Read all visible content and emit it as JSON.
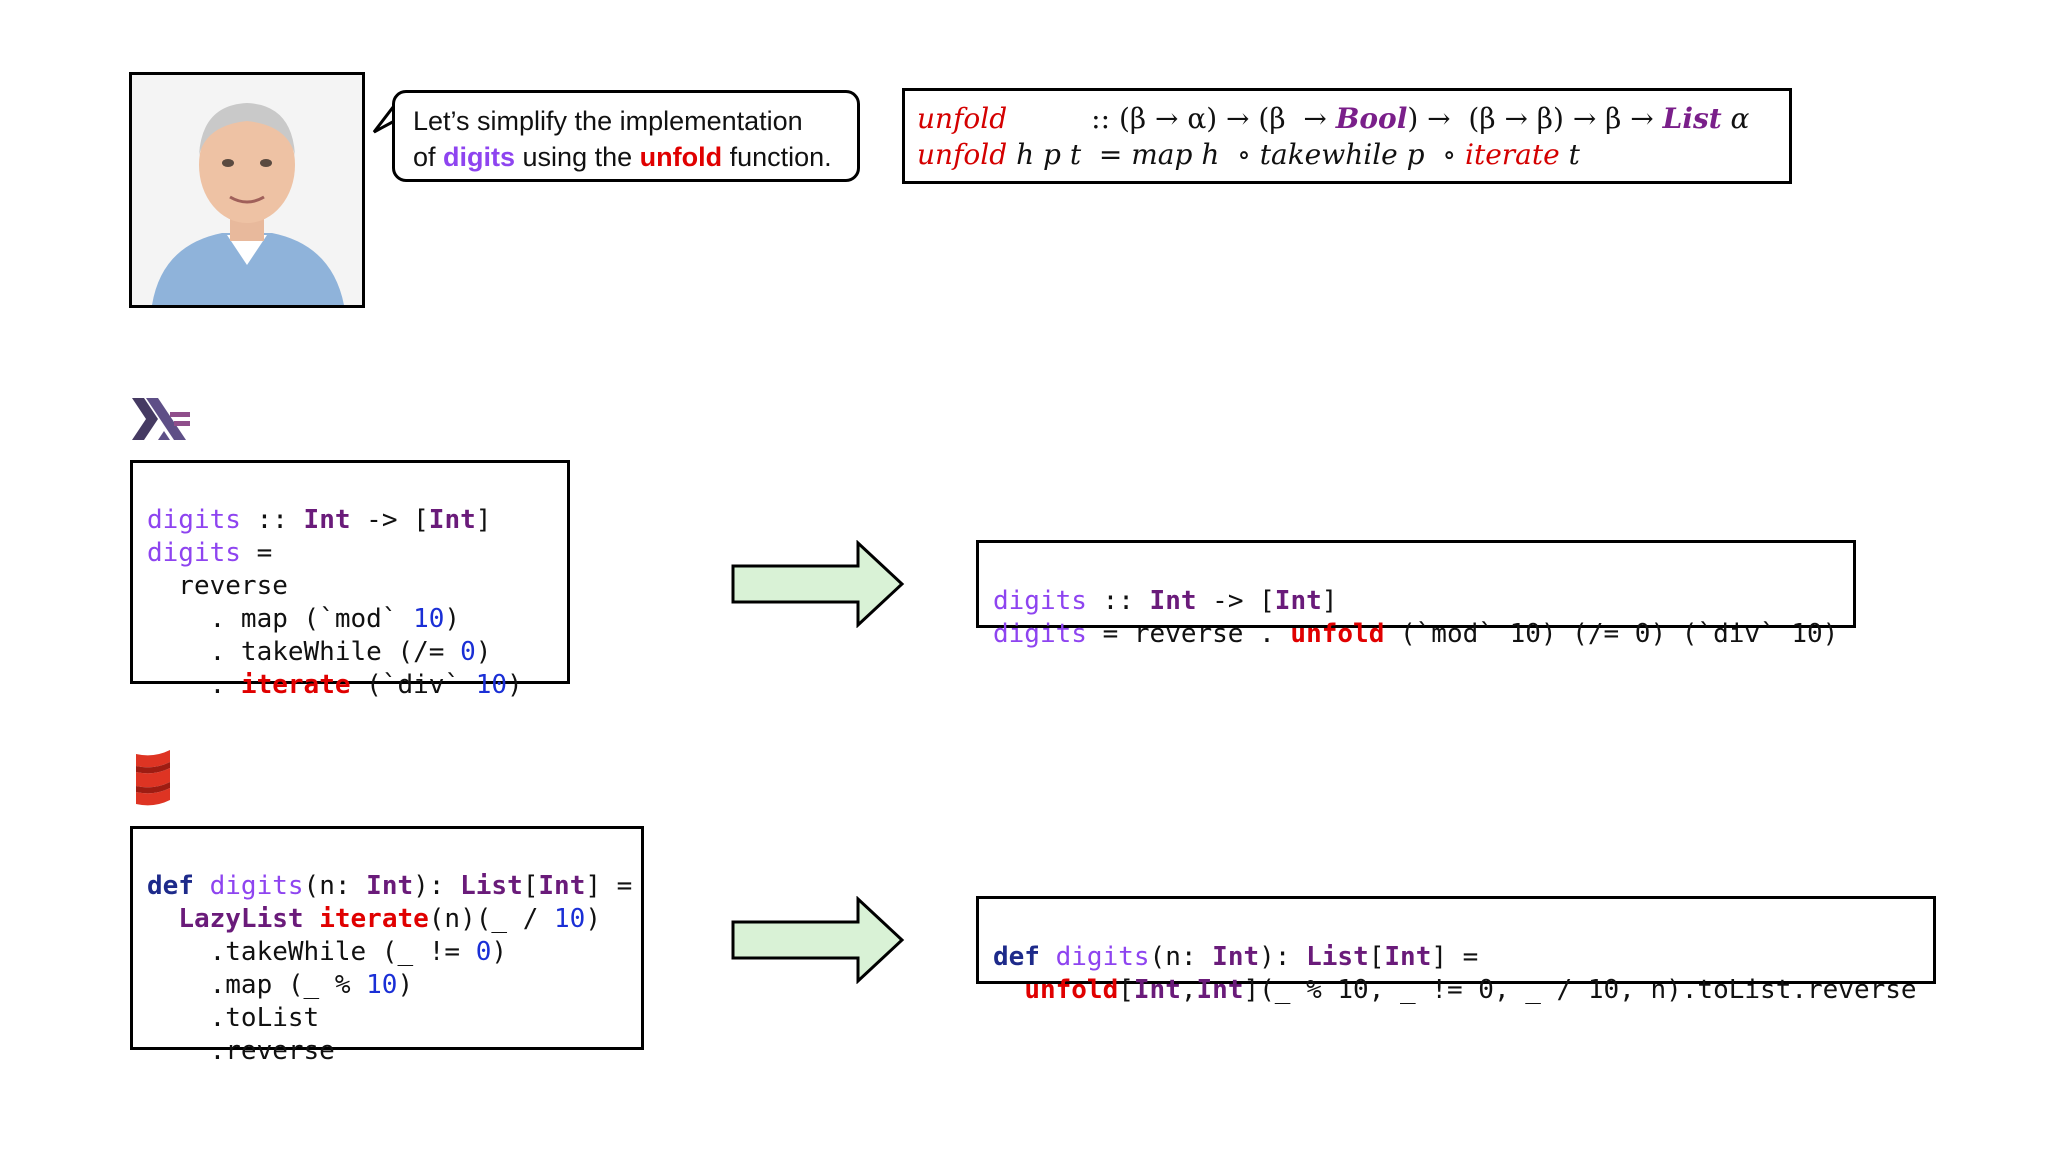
{
  "speech": {
    "line1": "Let’s simplify the implementation",
    "line2_pre": "of ",
    "line2_digits": "digits",
    "line2_mid": " using the ",
    "line2_unfold": "unfold",
    "line2_post": " function."
  },
  "formula": {
    "sig_name": "unfold",
    "sig_type_a": ":: (β → α) → (β  → ",
    "sig_bool": "Bool",
    "sig_type_b": ") →  (β → β) → β → ",
    "sig_list": "List",
    "sig_alpha": " α",
    "def_name": "unfold",
    "def_args": " h p t  = map h  ∘ takewhile p  ∘ ",
    "def_iterate": "iterate",
    "def_t": " t"
  },
  "haskell_before": {
    "l1_fn": "digits",
    "l1_sep": " :: ",
    "l1_type": "Int",
    "l1_arrow": " -> [",
    "l1_type2": "Int",
    "l1_close": "]",
    "l2_fn": "digits",
    "l2_eq": " =",
    "l3": "  reverse",
    "l4_pre": "    . map (`mod` ",
    "l4_num": "10",
    "l4_post": ")",
    "l5_pre": "    . takeWhile (/= ",
    "l5_num": "0",
    "l5_post": ")",
    "l6_pre": "    . ",
    "l6_iter": "iterate",
    "l6_mid": " (`div` ",
    "l6_num": "10",
    "l6_post": ")"
  },
  "haskell_after": {
    "l1_fn": "digits",
    "l1_sep": " :: ",
    "l1_type": "Int",
    "l1_arrow": " -> [",
    "l1_type2": "Int",
    "l1_close": "]",
    "l2_fn": "digits",
    "l2_pre": " = reverse . ",
    "l2_unfold": "unfold",
    "l2_post": " (`mod` 10) (/= 0) (`div` 10)"
  },
  "scala_before": {
    "l1_def": "def",
    "l1_fn": " digits",
    "l1_args": "(n: ",
    "l1_int": "Int",
    "l1_ret": "): ",
    "l1_list": "List",
    "l1_br": "[",
    "l1_int2": "Int",
    "l1_eq": "] =",
    "l2_pad": "  ",
    "l2_lazy": "LazyList",
    "l2_sp": " ",
    "l2_iter": "iterate",
    "l2_mid": "(n)(_ / ",
    "l2_num": "10",
    "l2_post": ")",
    "l3_pre": "    .takeWhile (_ != ",
    "l3_num": "0",
    "l3_post": ")",
    "l4_pre": "    .map (_ % ",
    "l4_num": "10",
    "l4_post": ")",
    "l5": "    .toList",
    "l6": "    .reverse"
  },
  "scala_after": {
    "l1_def": "def",
    "l1_fn": " digits",
    "l1_args": "(n: ",
    "l1_int": "Int",
    "l1_ret": "): ",
    "l1_list": "List",
    "l1_br": "[",
    "l1_int2": "Int",
    "l1_eq": "] =",
    "l2_pad": "  ",
    "l2_unfold": "unfold",
    "l2_br": "[",
    "l2_int": "Int",
    "l2_comma": ",",
    "l2_int2": "Int",
    "l2_post": "](_ % 10, _ != 0, _ / 10, n).toList.reverse"
  },
  "icons": {
    "portrait": "presenter-photo",
    "haskell": "haskell-logo-icon",
    "scala": "scala-logo-icon",
    "arrow": "right-arrow-icon"
  },
  "colors": {
    "arrow_fill": "#d9f2d6",
    "haskell_logo": "#5e4f87",
    "scala_logo": "#de3423"
  }
}
